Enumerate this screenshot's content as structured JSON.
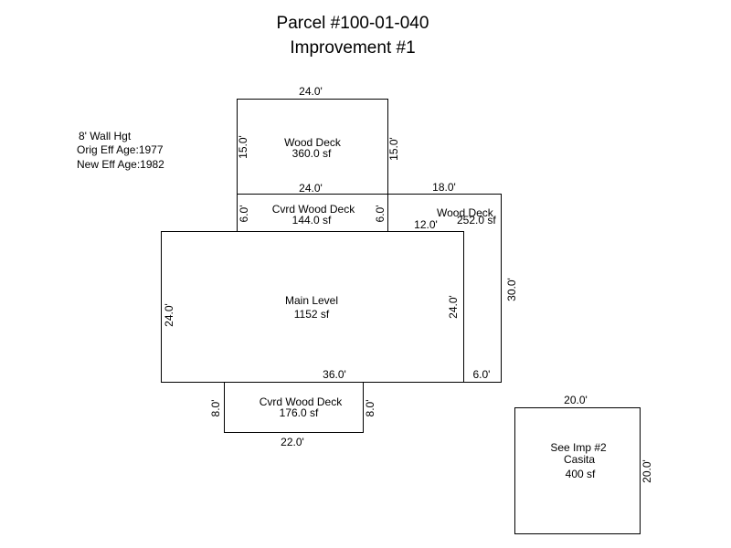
{
  "title": {
    "line1": "Parcel #100-01-040",
    "line2": "Improvement #1"
  },
  "notes": {
    "wall_height": "8' Wall Hgt",
    "orig_eff_age": "Orig Eff Age:1977",
    "new_eff_age": "New Eff Age:1982"
  },
  "areas": {
    "wood_deck_top": {
      "name": "Wood Deck",
      "size": "360.0 sf",
      "top": "24.0'",
      "bottom": "24.0'",
      "left": "15.0'",
      "right": "15.0'"
    },
    "cvrd_deck_upper": {
      "name": "Cvrd Wood Deck",
      "size": "144.0 sf",
      "left": "6.0'",
      "right": "6.0'"
    },
    "wood_deck_right": {
      "name": "Wood Deck",
      "size": "252.0 sf",
      "top": "18.0'",
      "inner": "12.0'",
      "right": "30.0'",
      "bottom": "6.0'"
    },
    "main_level": {
      "name": "Main Level",
      "size": "1152 sf",
      "left": "24.0'",
      "right": "24.0'",
      "bottom": "36.0'"
    },
    "cvrd_deck_lower": {
      "name": "Cvrd Wood Deck",
      "size": "176.0 sf",
      "left": "8.0'",
      "right": "8.0'",
      "bottom": "22.0'"
    },
    "casita": {
      "line1": "See Imp #2",
      "line2": "Casita",
      "size": "400 sf",
      "top": "20.0'",
      "right": "20.0'"
    }
  }
}
